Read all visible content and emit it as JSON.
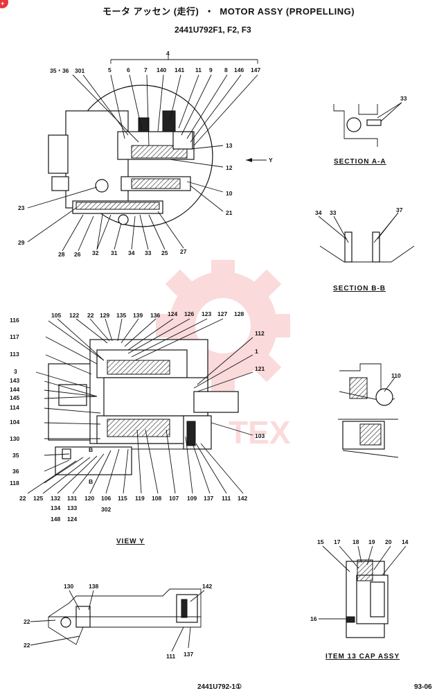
{
  "header": {
    "title_jp": "モータ アッセン (走行)",
    "separator": "・",
    "title_en": "MOTOR ASSY (PROPELLING)",
    "model_numbers": "2441U792F1, F2, F3"
  },
  "top_view": {
    "callouts": [
      "4",
      "35・36",
      "301",
      "5",
      "6",
      "7",
      "140",
      "141",
      "11",
      "9",
      "8",
      "146",
      "147",
      "13",
      "Y",
      "12",
      "10",
      "21",
      "23",
      "29",
      "28",
      "26",
      "32",
      "31",
      "34",
      "33",
      "25",
      "27"
    ]
  },
  "section_a": {
    "title": "SECTION A-A",
    "callouts": [
      "33"
    ]
  },
  "section_b": {
    "title": "SECTION B-B",
    "callouts": [
      "34",
      "33",
      "37"
    ]
  },
  "side_view": {
    "callouts": [
      "105",
      "122",
      "22",
      "129",
      "135",
      "139",
      "136",
      "124",
      "126",
      "123",
      "127",
      "128",
      "116",
      "117",
      "113",
      "3",
      "143",
      "144",
      "145",
      "114",
      "104",
      "130",
      "35",
      "36",
      "118",
      "22",
      "125",
      "132",
      "131",
      "120",
      "106",
      "115",
      "119",
      "108",
      "107",
      "109",
      "137",
      "111",
      "142",
      "134",
      "133",
      "148",
      "124",
      "302",
      "112",
      "1",
      "121",
      "103",
      "B",
      "B"
    ]
  },
  "detail_110": {
    "callouts": [
      "110"
    ]
  },
  "view_y": {
    "title": "VIEW Y",
    "callouts": [
      "130",
      "138",
      "142",
      "22",
      "22",
      "111",
      "137"
    ]
  },
  "item13": {
    "title": "ITEM 13 CAP ASSY",
    "callouts": [
      "15",
      "17",
      "18",
      "19",
      "20",
      "14",
      "16"
    ]
  },
  "footer": {
    "drawing_number": "2441U792-1①",
    "page": "93-06"
  },
  "watermark": {
    "text": "TEX",
    "color": "#e8363b"
  },
  "badge": {
    "text": "+"
  }
}
